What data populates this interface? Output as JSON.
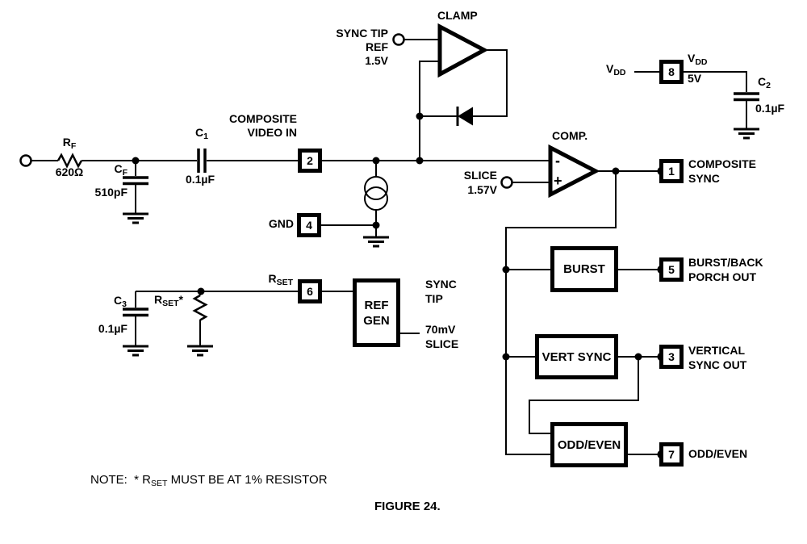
{
  "figure": {
    "caption": "FIGURE 24.",
    "note": {
      "prefix": "NOTE:  * R",
      "sub": "SET",
      "suffix": " MUST BE AT 1% RESISTOR"
    }
  },
  "input_network": {
    "rf": {
      "sym": "R",
      "sub": "F",
      "value": "620Ω"
    },
    "cf": {
      "sym": "C",
      "sub": "F",
      "value": "510pF"
    },
    "c1": {
      "sym": "C",
      "sub": "1",
      "value": "0.1µF"
    },
    "video_in": [
      "COMPOSITE",
      "VIDEO IN"
    ]
  },
  "clamp": {
    "title": "CLAMP",
    "ref_label": [
      "SYNC TIP",
      "REF",
      "1.5V"
    ]
  },
  "comparator": {
    "title": "COMP.",
    "minus": "-",
    "plus": "+",
    "slice_label": [
      "SLICE",
      "1.57V"
    ]
  },
  "power": {
    "vdd_in": {
      "sym": "V",
      "sub": "DD"
    },
    "vdd_pin": {
      "sym": "V",
      "sub": "DD",
      "value": "5V"
    },
    "c2": {
      "sym": "C",
      "sub": "2",
      "value": "0.1µF"
    }
  },
  "ref_gen": {
    "block": [
      "REF",
      "GEN"
    ],
    "pin_label": {
      "sym": "R",
      "sub": "SET"
    },
    "sync_tip": [
      "SYNC",
      "TIP"
    ],
    "slice_out": [
      "70mV",
      "SLICE"
    ],
    "c3": {
      "sym": "C",
      "sub": "3",
      "value": "0.1µF"
    },
    "rset": {
      "sym": "R",
      "sub": "SET",
      "star": "*"
    }
  },
  "blocks": {
    "burst": "BURST",
    "vert_sync": "VERT SYNC",
    "odd_even": "ODD/EVEN"
  },
  "pins": {
    "p1": {
      "number": "1",
      "label": [
        "COMPOSITE",
        "SYNC"
      ]
    },
    "p2": {
      "number": "2"
    },
    "p3": {
      "number": "3",
      "label": [
        "VERTICAL",
        "SYNC OUT"
      ]
    },
    "p4": {
      "number": "4",
      "label": "GND"
    },
    "p5": {
      "number": "5",
      "label": [
        "BURST/BACK",
        "PORCH OUT"
      ]
    },
    "p6": {
      "number": "6"
    },
    "p7": {
      "number": "7",
      "label": "ODD/EVEN"
    },
    "p8": {
      "number": "8"
    }
  }
}
